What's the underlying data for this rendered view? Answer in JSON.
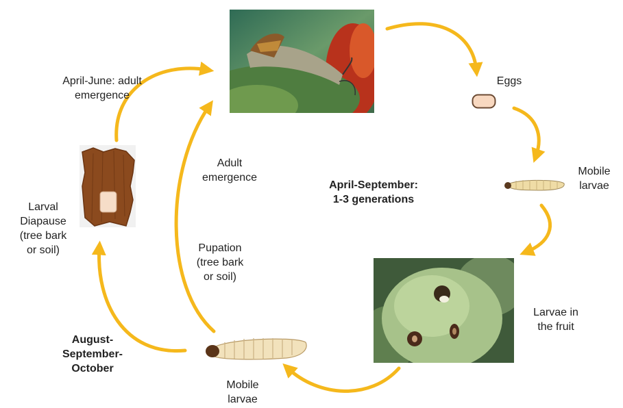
{
  "diagram": {
    "center_title_line1": "April-September:",
    "center_title_line2": "1-3 generations",
    "labels": {
      "april_june_line1": "April-June: adult",
      "april_june_line2": "emergence",
      "eggs": "Eggs",
      "mobile_larvae_right_line1": "Mobile",
      "mobile_larvae_right_line2": "larvae",
      "adult_emergence_line1": "Adult",
      "adult_emergence_line2": "emergence",
      "larval_diapause_line1": "Larval",
      "larval_diapause_line2": "Diapause",
      "larval_diapause_line3": "(tree bark",
      "larval_diapause_line4": "or soil)",
      "pupation_line1": "Pupation",
      "pupation_line2": "(tree bark",
      "pupation_line3": "or soil)",
      "larvae_fruit_line1": "Larvae in",
      "larvae_fruit_line2": "the fruit",
      "aug_oct_line1": "August-",
      "aug_oct_line2": "September-",
      "aug_oct_line3": "October",
      "mobile_larvae_bottom_line1": "Mobile",
      "mobile_larvae_bottom_line2": "larvae"
    },
    "arrow_color": "#f5b81c",
    "icons": [
      "moth-photo-icon",
      "egg-icon",
      "small-larva-icon",
      "apple-photo-icon",
      "large-larva-icon",
      "bark-cocoon-icon"
    ]
  }
}
